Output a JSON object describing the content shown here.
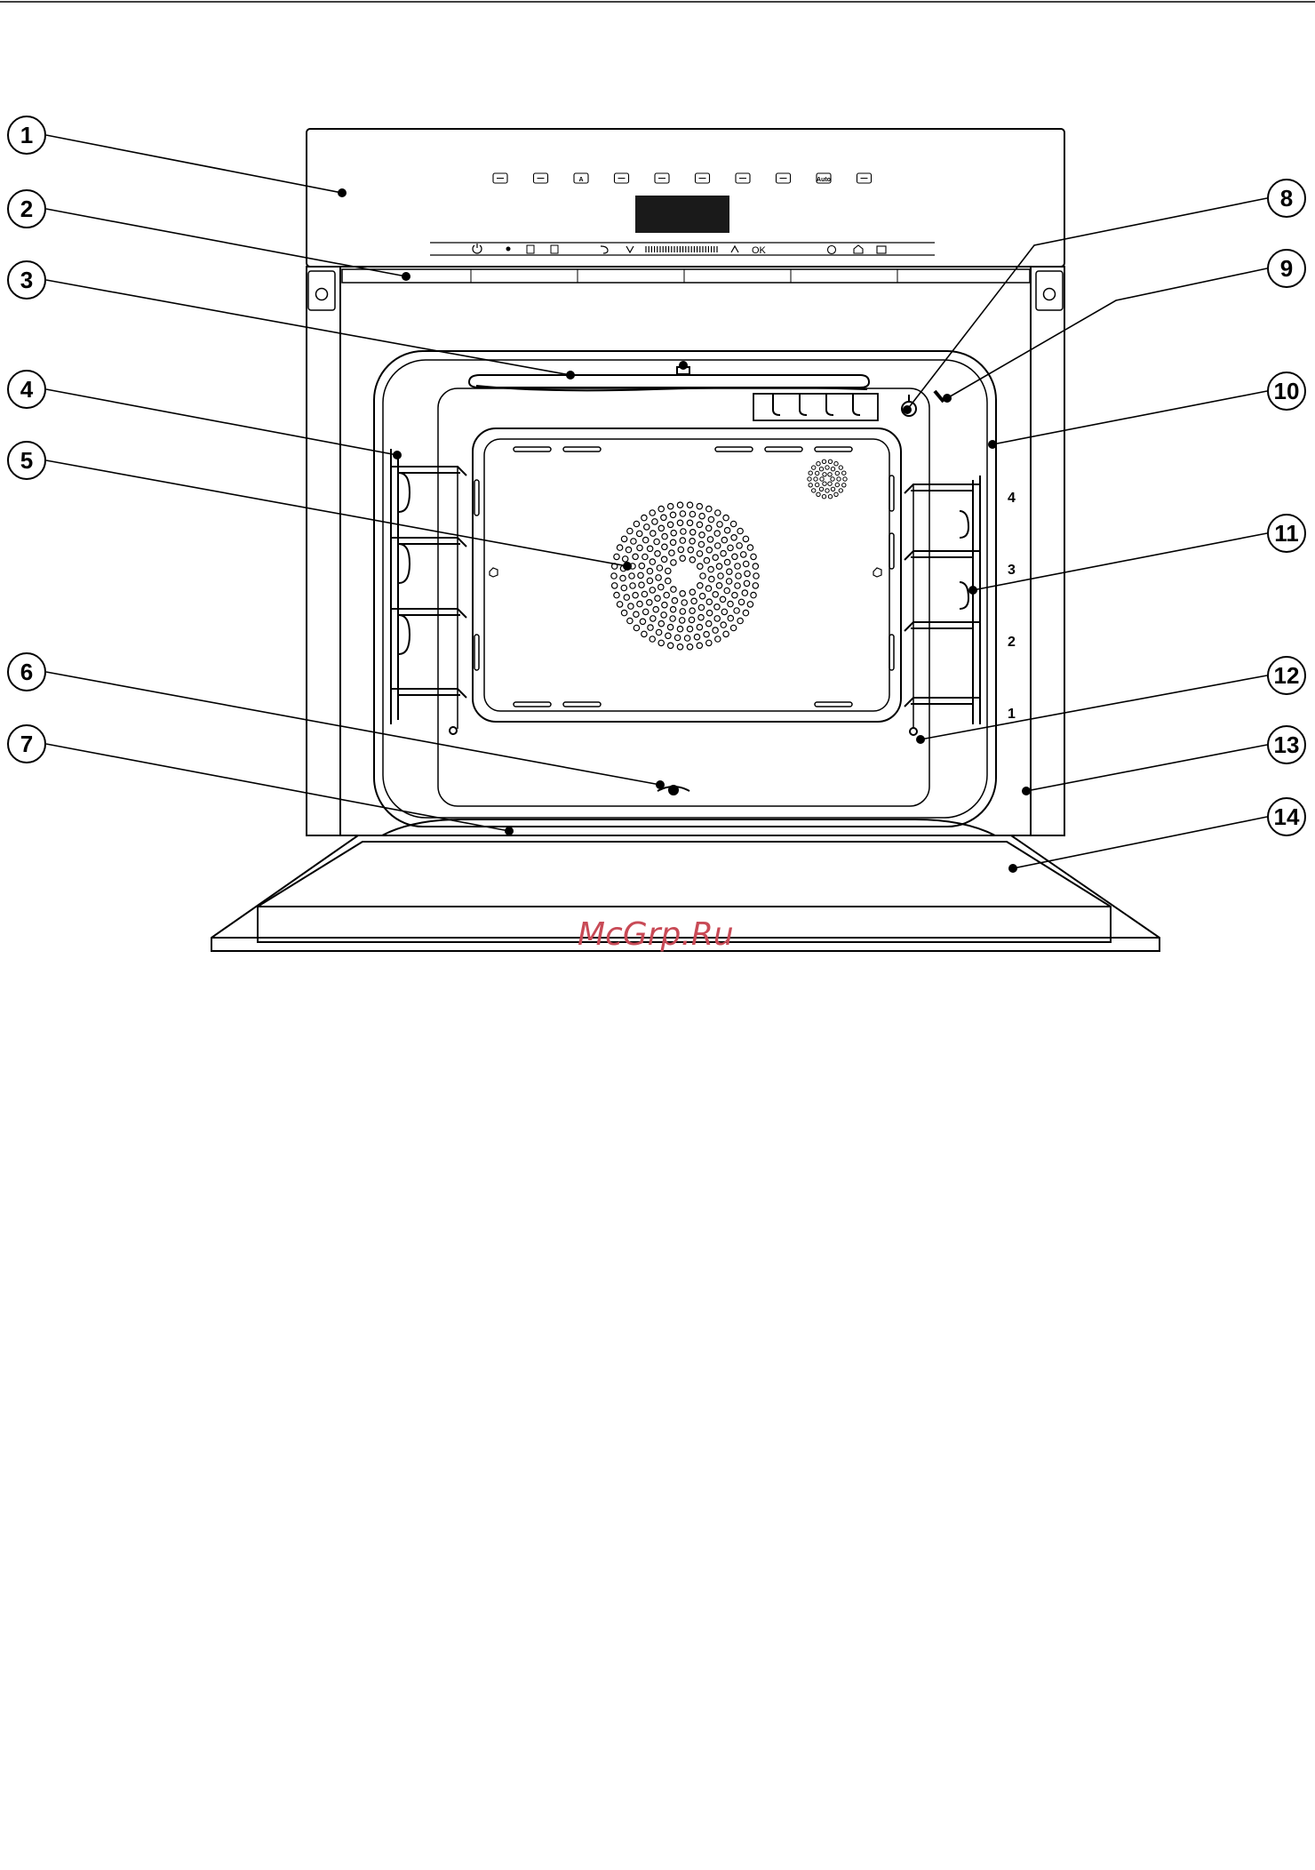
{
  "figure": {
    "callouts": [
      "1",
      "2",
      "3",
      "4",
      "5",
      "6",
      "7",
      "8",
      "9",
      "10",
      "11",
      "12",
      "13",
      "14"
    ],
    "control_panel": {
      "mode_buttons": [
        {
          "label": "",
          "icon": "fan-plus-icon"
        },
        {
          "label": "",
          "icon": "fan-icon"
        },
        {
          "label": "A",
          "icon": "auto-roast-icon"
        },
        {
          "label": "",
          "icon": "top-bottom-heat-icon"
        },
        {
          "label": "",
          "icon": "bottom-heat-icon"
        },
        {
          "label": "",
          "icon": "grill-icon"
        },
        {
          "label": "",
          "icon": "intensive-bake-icon"
        },
        {
          "label": "",
          "icon": "defrost-icon"
        },
        {
          "label": "Auto",
          "icon": "auto-programme-icon"
        },
        {
          "label": "",
          "icon": "maintenance-icon"
        }
      ],
      "sensor_bar": {
        "ok_label": "OK",
        "icons": [
          "power-icon",
          "light-icon",
          "favourites-icon",
          "popular-icon",
          "back-icon",
          "down-arrow-icon",
          "slider-scale-icon",
          "up-arrow-icon",
          "timer-icon",
          "home-icon",
          "settings-icon"
        ]
      }
    },
    "shelf_levels": [
      "4",
      "3",
      "2",
      "1"
    ],
    "watermark": "McGrp.Ru"
  }
}
